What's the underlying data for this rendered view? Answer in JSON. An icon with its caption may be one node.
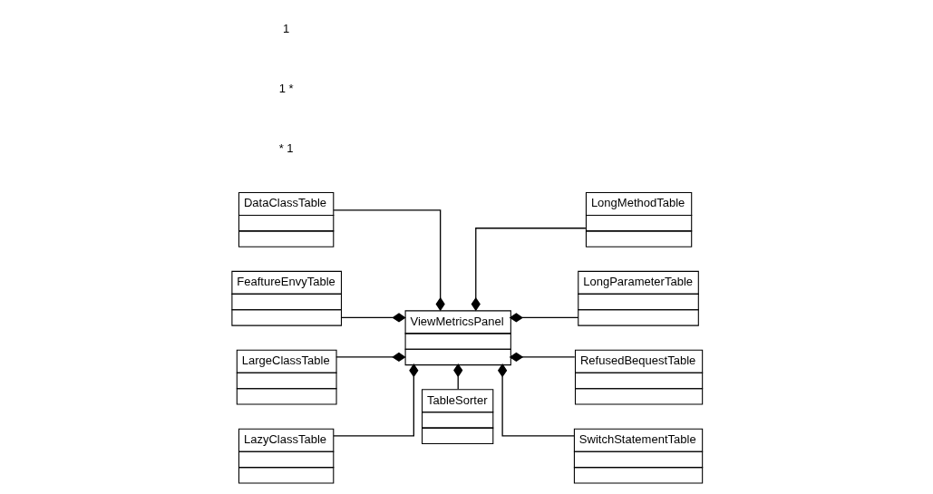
{
  "diagram": {
    "nodes": [
      {
        "text": [
          "ViewMetricsPanel"
        ]
      },
      {
        "text": [
          "TableSorter"
        ]
      },
      {
        "text": [
          "DataClassTable"
        ]
      },
      {
        "text": [
          "FeaftureEnvyTable"
        ]
      },
      {
        "text": [
          "LargeClassTable"
        ]
      },
      {
        "text": [
          "LazyClassTable"
        ]
      },
      {
        "text": [
          "LongMethodTable"
        ]
      },
      {
        "text": [
          "LongParameterTable"
        ]
      },
      {
        "text": [
          "RefusedBequestTable"
        ]
      },
      {
        "text": [
          "SwitchStatementTable"
        ]
      }
    ],
    "edges": [
      {
        "from": 0,
        "to": 2,
        "arrow": "other"
      },
      {
        "from": 0,
        "to": 3,
        "arrow": "other"
      },
      {
        "from": 0,
        "to": 4,
        "arrow": "other"
      },
      {
        "from": 0,
        "to": 5,
        "arrow": "other"
      },
      {
        "from": 0,
        "to": 6,
        "arrow": "other"
      },
      {
        "from": 0,
        "to": 7,
        "arrow": "other"
      },
      {
        "from": 0,
        "to": 8,
        "arrow": "other"
      },
      {
        "from": 0,
        "to": 9,
        "arrow": "other"
      },
      {
        "from": 0,
        "to": 1,
        "arrow": "other"
      }
    ],
    "labels": [
      "* 1",
      "1 *",
      "1"
    ]
  }
}
